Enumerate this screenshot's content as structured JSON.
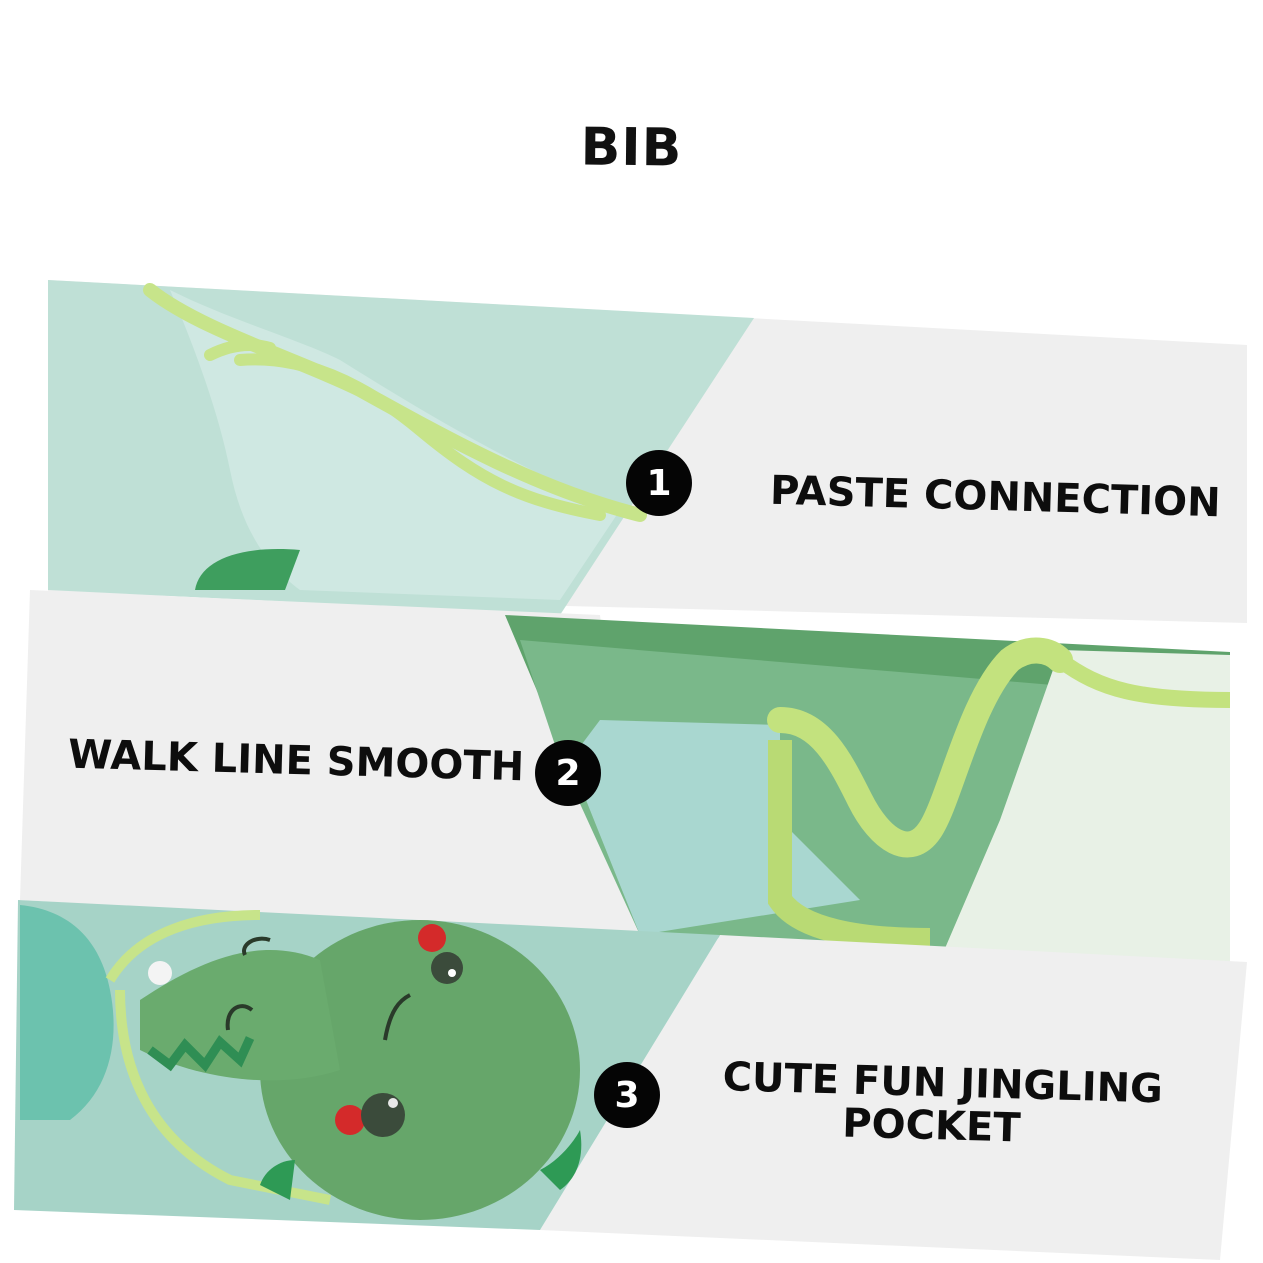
{
  "title": "BIB",
  "features": [
    {
      "number": "1",
      "label": "PASTE CONNECTION"
    },
    {
      "number": "2",
      "label": "WALK LINE SMOOTH"
    },
    {
      "number": "3",
      "label_line1": "CUTE FUN JINGLING",
      "label_line2": "POCKET"
    }
  ],
  "colors": {
    "panel_gray": "#efefef",
    "bib_mint": "#b9dcd2",
    "bib_green": "#5fa06a",
    "trim_lime": "#c9e58a",
    "badge": "#050505"
  }
}
